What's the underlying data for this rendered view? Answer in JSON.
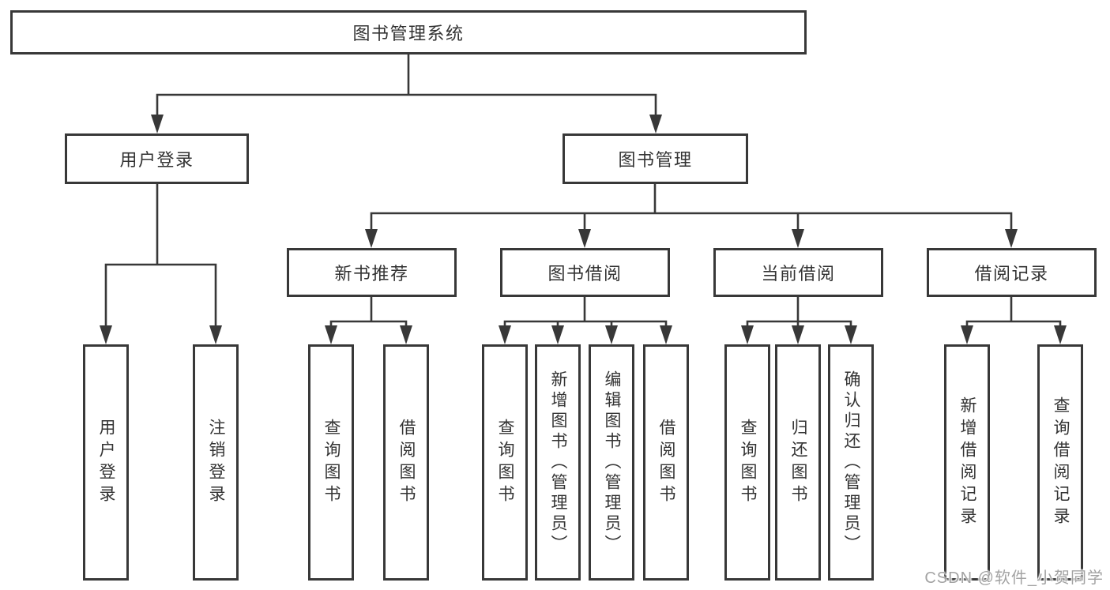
{
  "root": {
    "label": "图书管理系统"
  },
  "branches": [
    {
      "label": "用户登录",
      "children": [
        {
          "label": "用户登录"
        },
        {
          "label": "注销登录"
        }
      ]
    },
    {
      "label": "图书管理",
      "children": [
        {
          "label": "新书推荐",
          "children": [
            {
              "label": "查询图书"
            },
            {
              "label": "借阅图书"
            }
          ]
        },
        {
          "label": "图书借阅",
          "children": [
            {
              "label": "查询图书"
            },
            {
              "label": "新增图书（管理员）"
            },
            {
              "label": "编辑图书（管理员）"
            },
            {
              "label": "借阅图书"
            }
          ]
        },
        {
          "label": "当前借阅",
          "children": [
            {
              "label": "查询图书"
            },
            {
              "label": "归还图书"
            },
            {
              "label": "确认归还（管理员）"
            }
          ]
        },
        {
          "label": "借阅记录",
          "children": [
            {
              "label": "新增借阅记录"
            },
            {
              "label": "查询借阅记录"
            }
          ]
        }
      ]
    }
  ],
  "watermark": {
    "text": "CSDN @软件_小贺同学"
  },
  "colors": {
    "line": "#383838",
    "box_border": "#383838",
    "text": "#333333",
    "watermark": "#a3a3a3",
    "background": "#ffffff"
  }
}
